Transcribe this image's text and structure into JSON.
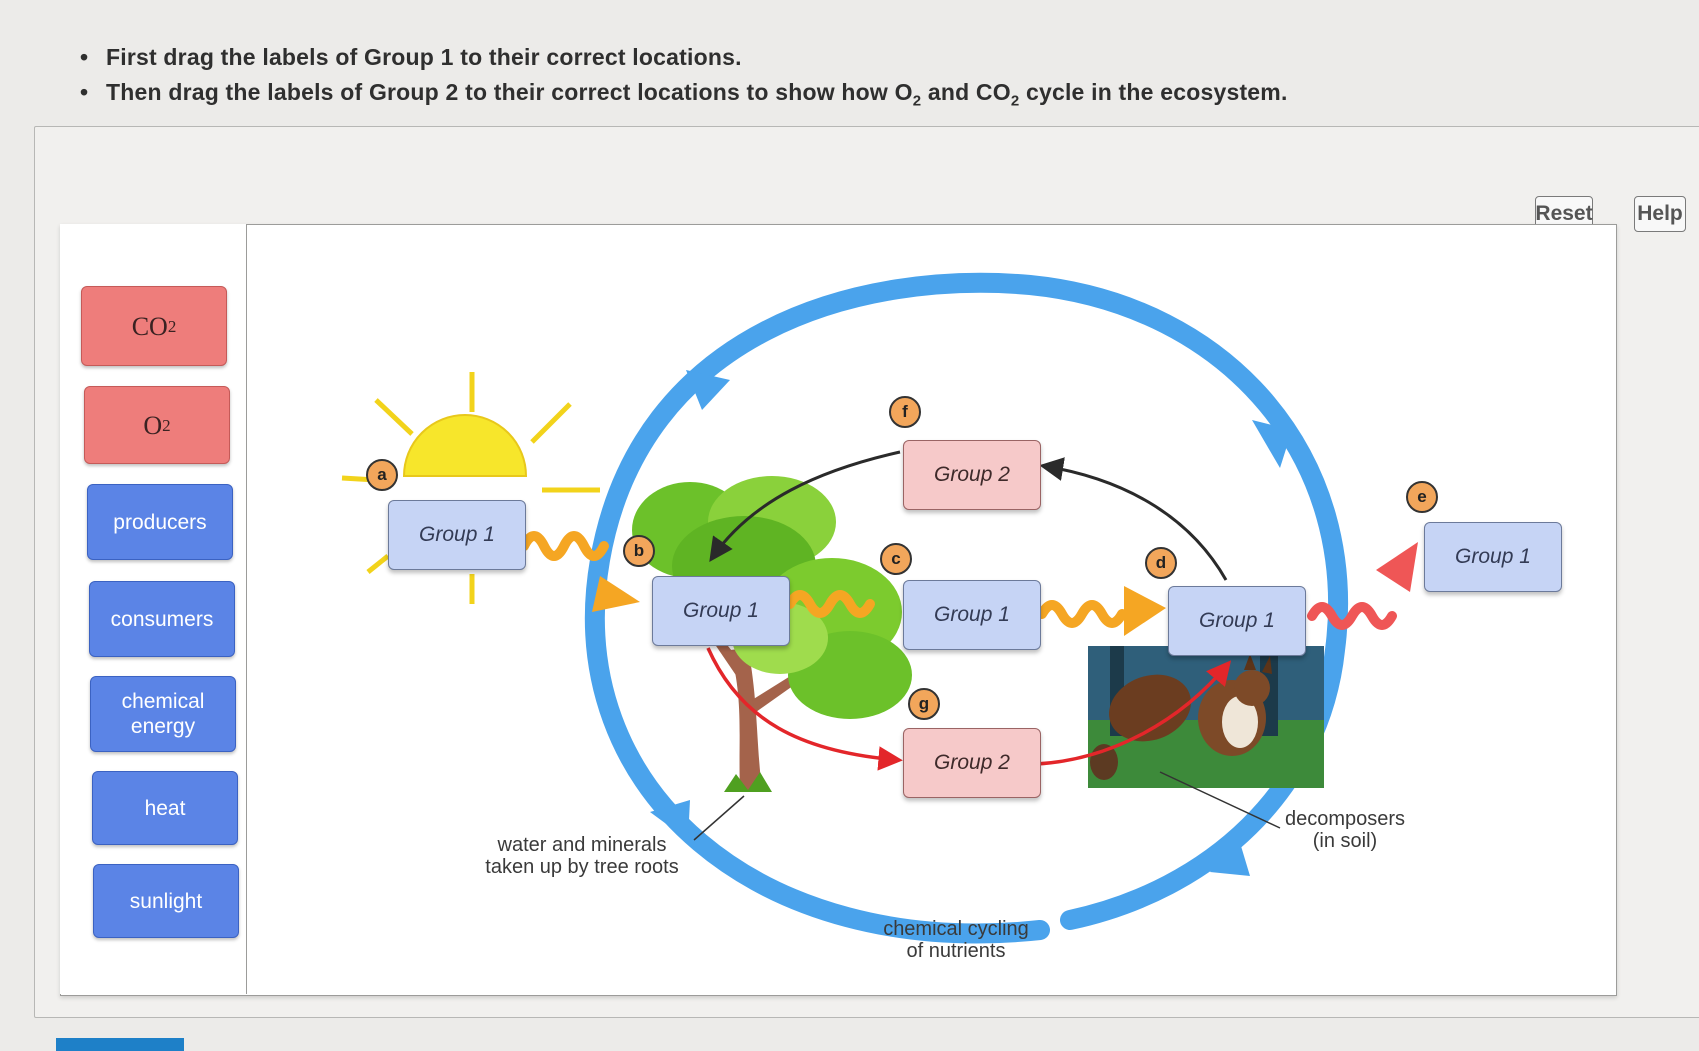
{
  "instructions": {
    "line1": "First drag the labels of Group 1 to their correct locations.",
    "line2_before": "Then drag the labels of Group 2 to their correct locations to show how O",
    "line2_sub1": "2",
    "line2_mid": " and CO",
    "line2_sub2": "2",
    "line2_after": " cycle in the ecosystem."
  },
  "toolbar": {
    "reset": "Reset",
    "help": "Help"
  },
  "labels": {
    "co2": {
      "main": "CO",
      "sub": "2"
    },
    "o2": {
      "main": "O",
      "sub": "2"
    },
    "producers": "producers",
    "consumers": "consumers",
    "chemical_energy": "chemical energy",
    "heat": "heat",
    "sunlight": "sunlight"
  },
  "markers": {
    "a": "a",
    "b": "b",
    "c": "c",
    "d": "d",
    "e": "e",
    "f": "f",
    "g": "g"
  },
  "targets": {
    "a": "Group 1",
    "b": "Group 1",
    "c": "Group 1",
    "d": "Group 1",
    "e": "Group 1",
    "f": "Group 2",
    "g": "Group 2"
  },
  "captions": {
    "water_line1": "water and minerals",
    "water_line2": "taken up by tree roots",
    "decomposers_line1": "decomposers",
    "decomposers_line2": "(in soil)",
    "cycling_line1": "chemical cycling",
    "cycling_line2": "of nutrients"
  },
  "colors": {
    "cycle_arrow": "#4aa3ec",
    "energy_arrow": "#f5a623",
    "heat_arrow": "#ef3b3b",
    "group1_fill": "#c6d4f5",
    "group2_fill": "#f6c9c9",
    "label_red": "#ee7d7b",
    "label_blue": "#5b84e6",
    "marker_fill": "#f2a65b"
  }
}
